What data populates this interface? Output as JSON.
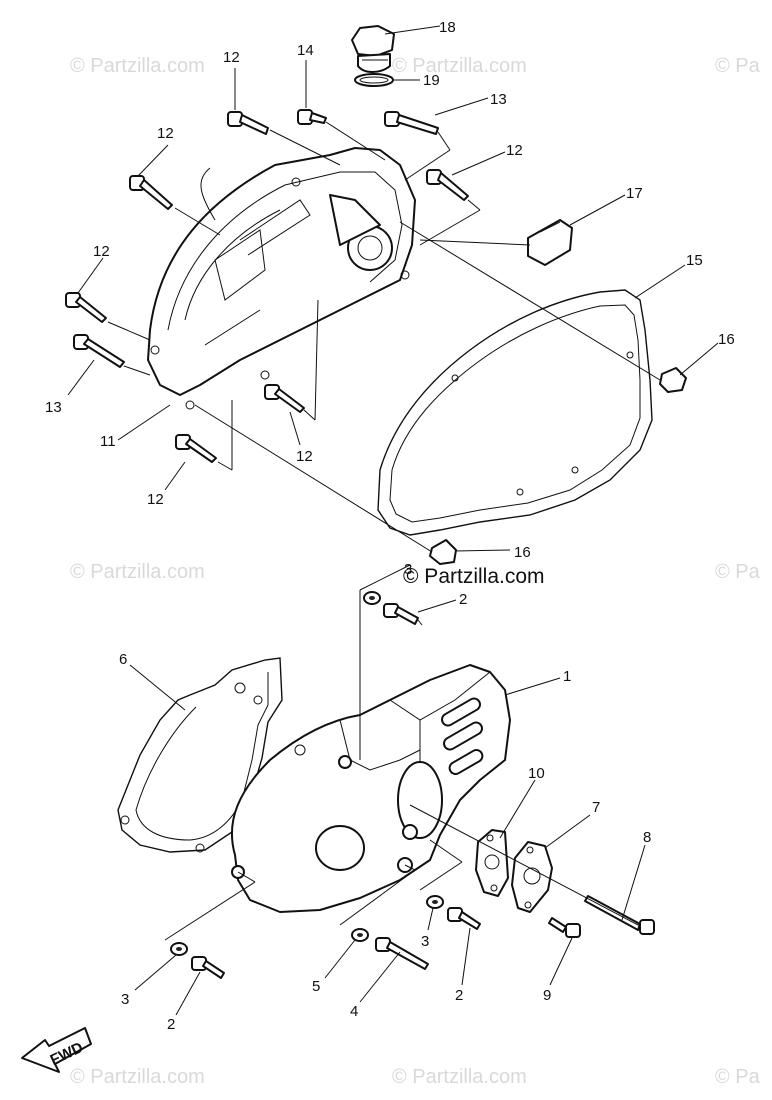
{
  "watermark": {
    "text": "© Partzilla.com",
    "text_short": "© Pa",
    "center_text": "© Partzilla.com"
  },
  "callouts": {
    "c1": "1",
    "c2a": "2",
    "c2b": "2",
    "c2c": "2",
    "c3a": "3",
    "c3b": "3",
    "c3c": "3",
    "c4": "4",
    "c5": "5",
    "c6": "6",
    "c7": "7",
    "c8": "8",
    "c9": "9",
    "c10": "10",
    "c11": "11",
    "c12a": "12",
    "c12b": "12",
    "c12c": "12",
    "c12d": "12",
    "c12e": "12",
    "c12f": "12",
    "c13a": "13",
    "c13b": "13",
    "c14": "14",
    "c15": "15",
    "c16a": "16",
    "c16b": "16",
    "c17": "17",
    "c18": "18",
    "c19": "19"
  },
  "fwd_label": "FWD"
}
